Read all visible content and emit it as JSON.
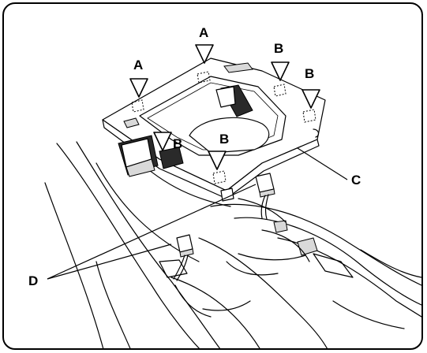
{
  "callouts": {
    "clip_a": "A",
    "clip_b": "B",
    "panel_c": "C",
    "connector_d": "D"
  }
}
